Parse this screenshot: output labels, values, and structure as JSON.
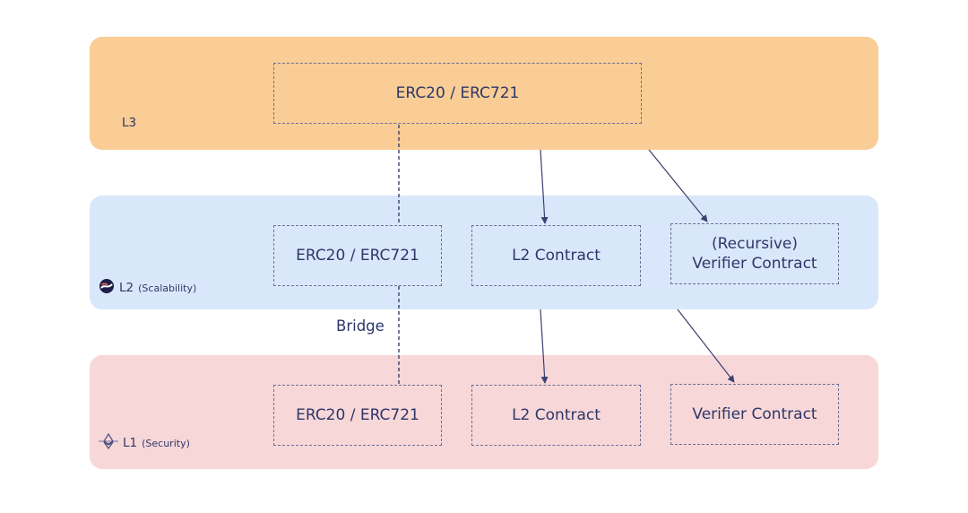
{
  "layers": {
    "l3": {
      "label": "L3",
      "sublabel": ""
    },
    "l2": {
      "label": "L2",
      "sublabel": "(Scalability)",
      "icon": "starknet-logo-icon"
    },
    "l1": {
      "label": "L1",
      "sublabel": "(Security)",
      "icon": "ethereum-logo-icon"
    }
  },
  "boxes": {
    "l3_token": "ERC20 / ERC721",
    "l2_token": "ERC20 / ERC721",
    "l2_contract": "L2 Contract",
    "l2_verifier_line1": "(Recursive)",
    "l2_verifier_line2": "Verifier Contract",
    "l1_token": "ERC20 / ERC721",
    "l1_contract": "L2 Contract",
    "l1_verifier": "Verifier Contract"
  },
  "bridge_label": "Bridge",
  "colors": {
    "l3_band": "#f9cd95",
    "l2_band": "#d9e7fa",
    "l1_band": "#f8d7d8",
    "text": "#2d3768",
    "line": "#3a4070"
  }
}
